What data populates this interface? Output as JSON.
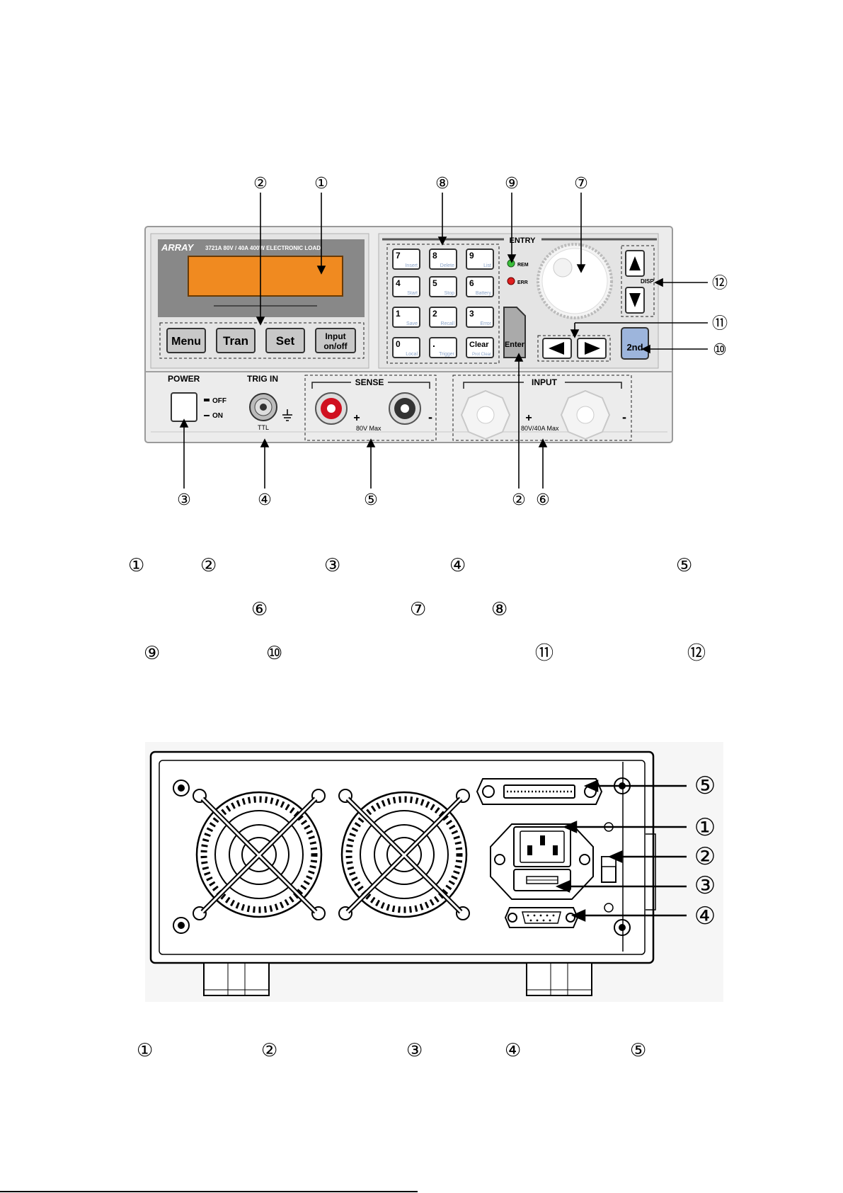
{
  "front_panel": {
    "brand": "ARRAY",
    "model_text": "3721A   80V / 40A 400W ELECTRONIC LOAD",
    "buttons": {
      "menu": "Menu",
      "tran": "Tran",
      "set": "Set",
      "input_line1": "Input",
      "input_line2": "on/off"
    },
    "entry_title": "ENTRY",
    "keypad": [
      {
        "digit": "7",
        "sub": "Insert"
      },
      {
        "digit": "8",
        "sub": "Delete"
      },
      {
        "digit": "9",
        "sub": "List"
      },
      {
        "digit": "4",
        "sub": "Start"
      },
      {
        "digit": "5",
        "sub": "Stop"
      },
      {
        "digit": "6",
        "sub": "Battery"
      },
      {
        "digit": "1",
        "sub": "Save"
      },
      {
        "digit": "2",
        "sub": "Recall"
      },
      {
        "digit": "3",
        "sub": "Error"
      },
      {
        "digit": "0",
        "sub": "Local"
      },
      {
        "digit": ".",
        "sub": "Trigger"
      },
      {
        "digit": "Clear",
        "sub": "Prot Clear"
      }
    ],
    "enter_label": "Enter",
    "second_label": "2nd",
    "led_rem": "REM",
    "led_err": "ERR",
    "disp_label": "DISP",
    "power_label": "POWER",
    "off_label": "OFF",
    "on_label": "ON",
    "trig_in_label": "TRIG IN",
    "ttl_label": "TTL",
    "sense_label": "SENSE",
    "sense_max": "80V Max",
    "input_label": "INPUT",
    "input_max": "80V/40A Max",
    "plus": "+",
    "minus": "-",
    "callouts_top": [
      "②",
      "①",
      "⑧",
      "⑨",
      "⑦"
    ],
    "callouts_right": [
      "⑫",
      "⑪",
      "⑩"
    ],
    "callouts_bottom": [
      "③",
      "④",
      "⑤",
      "②",
      "⑥"
    ]
  },
  "front_legend": {
    "row1": [
      "①",
      "②",
      "③",
      "④",
      "⑤"
    ],
    "row2": [
      "⑥",
      "⑦",
      "⑧"
    ],
    "row3": [
      "⑨",
      "⑩",
      "⑪",
      "⑫"
    ]
  },
  "rear_panel": {
    "callouts": [
      "⑤",
      "①",
      "②",
      "③",
      "④"
    ]
  },
  "rear_legend": [
    "①",
    "②",
    "③",
    "④",
    "⑤"
  ]
}
